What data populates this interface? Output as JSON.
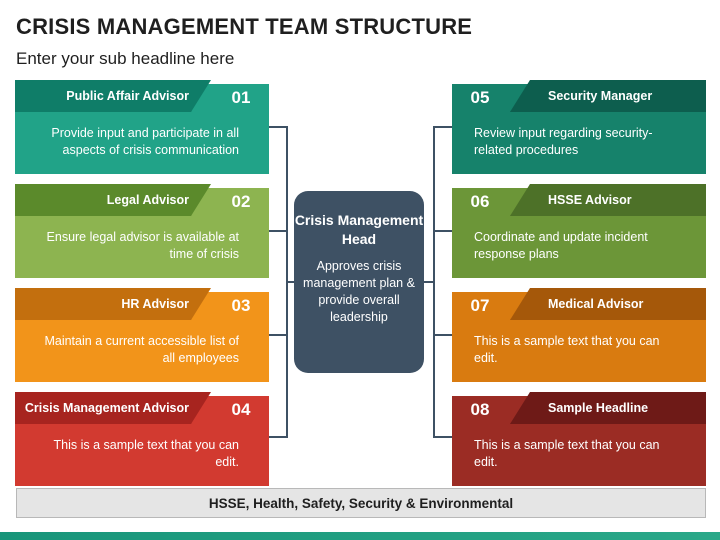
{
  "title": "CRISIS MANAGEMENT TEAM STRUCTURE",
  "subtitle": "Enter your sub headline here",
  "center": {
    "heading": "Crisis Management Head",
    "description": "Approves crisis management plan & provide overall leadership",
    "color": "#3e5164"
  },
  "left_cards": [
    {
      "number": "01",
      "role": "Public Affair Advisor",
      "text": "Provide input and participate in all aspects of crisis communication",
      "tab_color": "#0f7d68",
      "body_color": "#21a388"
    },
    {
      "number": "02",
      "role": "Legal Advisor",
      "text": "Ensure legal advisor is available at time of crisis",
      "tab_color": "#5b8a2b",
      "body_color": "#8db450"
    },
    {
      "number": "03",
      "role": "HR Advisor",
      "text": "Maintain a current accessible list of all employees",
      "tab_color": "#c36f0e",
      "body_color": "#f2941a"
    },
    {
      "number": "04",
      "role": "Crisis Management Advisor",
      "text": "This is a sample text that you can edit.",
      "tab_color": "#a7241f",
      "body_color": "#d23a30"
    }
  ],
  "right_cards": [
    {
      "number": "05",
      "role": "Security Manager",
      "text": "Review input regarding security-related procedures",
      "tab_color": "#0d5e4e",
      "body_color": "#16826b"
    },
    {
      "number": "06",
      "role": "HSSE Advisor",
      "text": "Coordinate and update incident response plans",
      "tab_color": "#4d7128",
      "body_color": "#6c9638"
    },
    {
      "number": "07",
      "role": "Medical Advisor",
      "text": "This is a sample text that you can edit.",
      "tab_color": "#a5580a",
      "body_color": "#d97b10"
    },
    {
      "number": "08",
      "role": "Sample Headline",
      "text": "This is a sample text that you can edit.",
      "tab_color": "#6e1a17",
      "body_color": "#9b2c24"
    }
  ],
  "footer": "HSSE, Health, Safety, Security & Environmental",
  "accent_band_color": "#18957a"
}
